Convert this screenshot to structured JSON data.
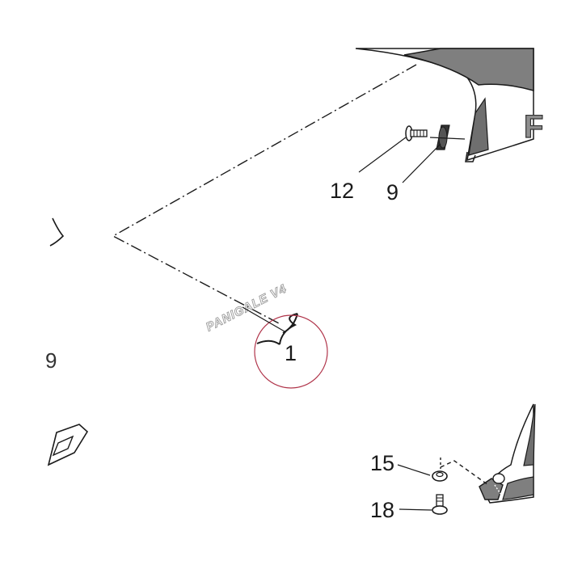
{
  "diagram": {
    "callouts": [
      {
        "id": "1",
        "label": "1"
      },
      {
        "id": "9",
        "label": "9"
      },
      {
        "id": "12",
        "label": "12"
      },
      {
        "id": "15",
        "label": "15"
      },
      {
        "id": "18",
        "label": "18"
      }
    ],
    "decal_text": "PANIGALE V4",
    "fairing_letter": "F",
    "edge_fragment": "9",
    "colors": {
      "line": "#1a1a1a",
      "fairing_grey": "#7f7f7f",
      "highlight_circle": "#b0344a"
    }
  }
}
